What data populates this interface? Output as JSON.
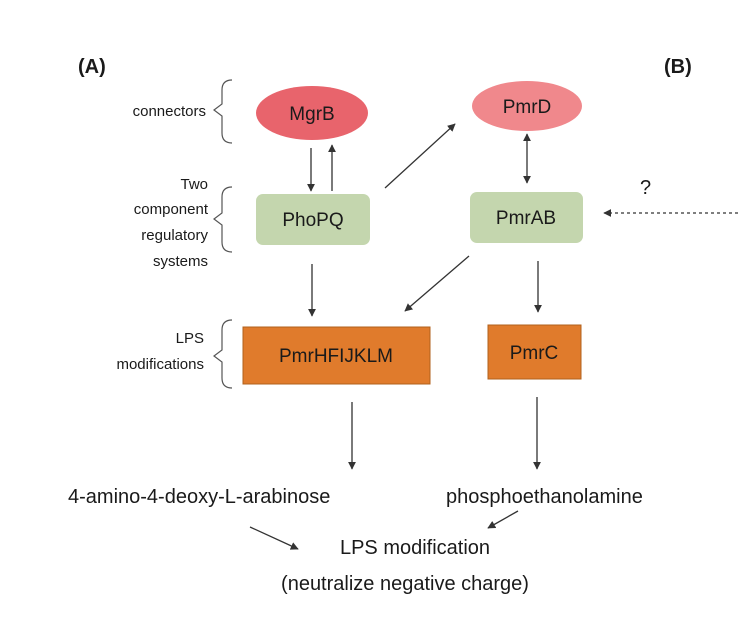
{
  "panels": {
    "a": "(A)",
    "b": "(B)"
  },
  "side_labels": {
    "connectors": "connectors",
    "tcs_line1": "Two",
    "tcs_line2": "component",
    "tcs_line3": "regulatory",
    "tcs_line4": "systems",
    "lps_line1": "LPS",
    "lps_line2": "modifications"
  },
  "nodes": {
    "mgrb": "MgrB",
    "pmrd": "PmrD",
    "phopq": "PhoPQ",
    "pmrab": "PmrAB",
    "pmrhfijklm": "PmrHFIJKLM",
    "pmrc": "PmrC"
  },
  "unknown_input": "?",
  "outputs": {
    "arabinose": "4-amino-4-deoxy-L-arabinose",
    "pea": "phosphoethanolamine",
    "lps_mod": "LPS modification",
    "neutralize": "(neutralize negative charge)"
  },
  "colors": {
    "connector_fill": "#e8646c",
    "pmrd_fill": "#f0888c",
    "tcs_fill": "#c4d6ae",
    "lps_fill": "#e07b2c",
    "lps_stroke": "#b0601c"
  },
  "icons": {
    "arrowhead": "arrowhead-icon"
  }
}
